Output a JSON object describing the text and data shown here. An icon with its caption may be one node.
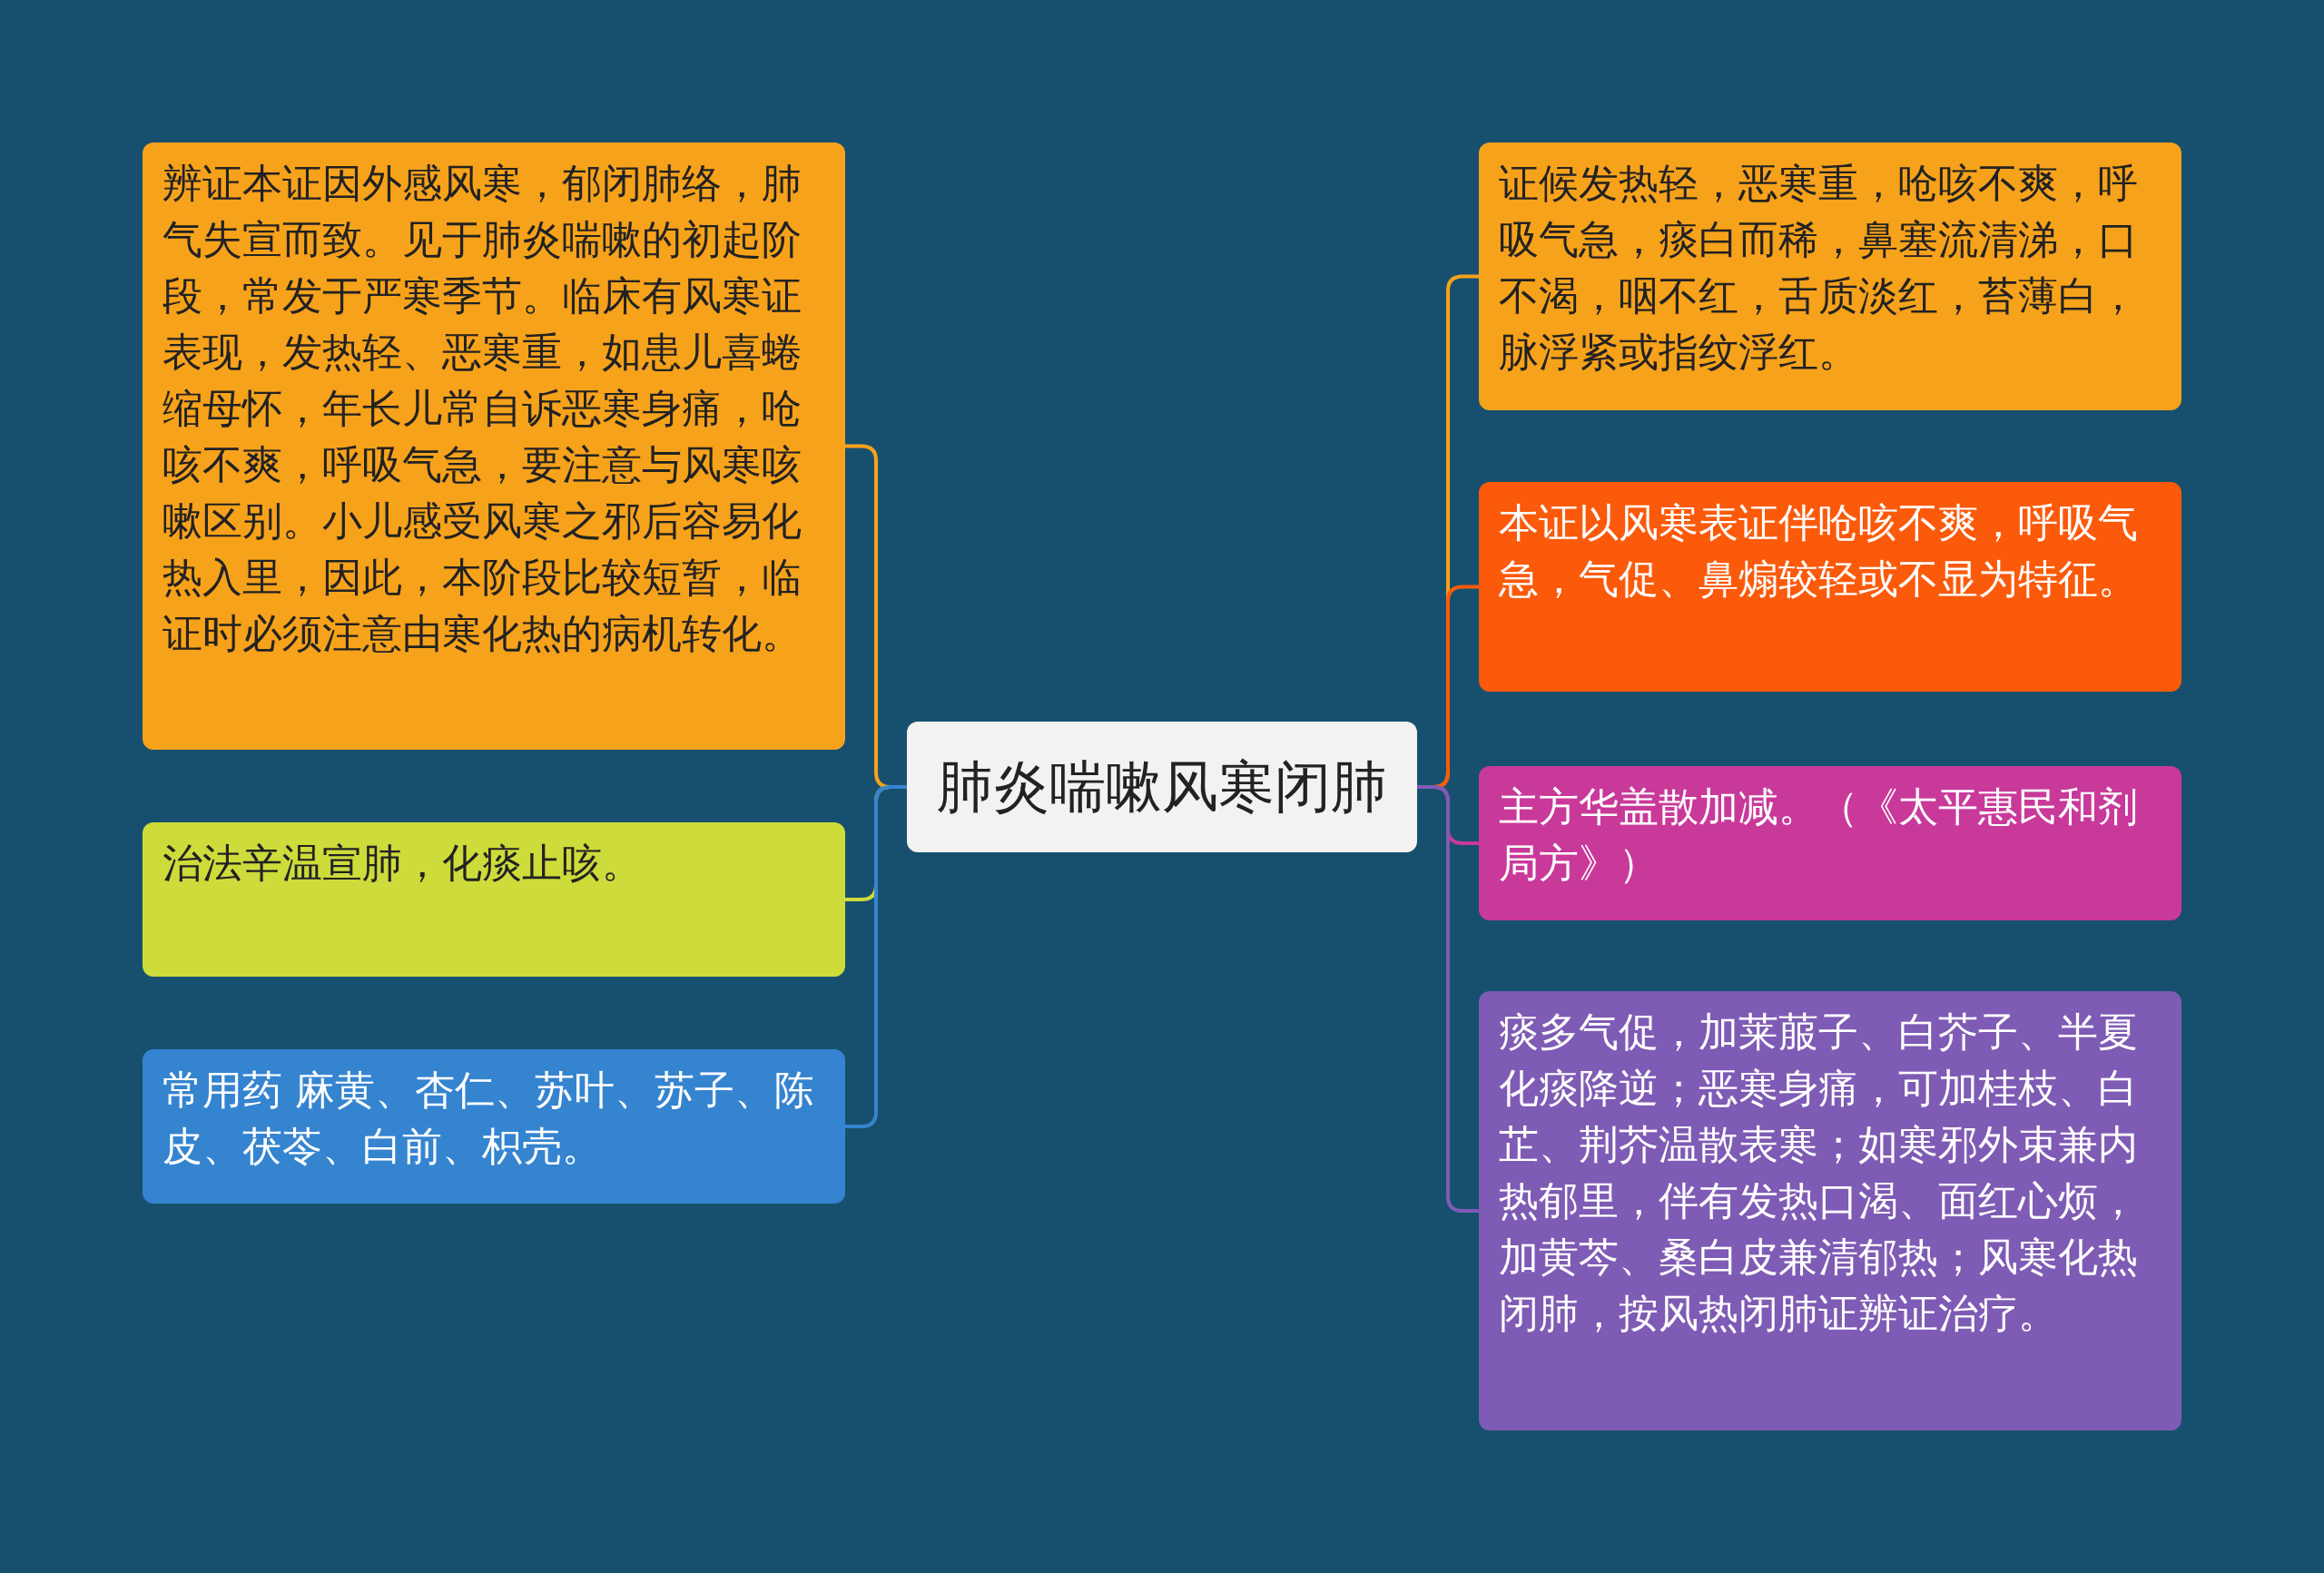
{
  "diagram": {
    "nodes": [
      {
        "text": [
          "肺炎喘嗽风寒闭肺"
        ]
      },
      {
        "text": [
          "辨证本证因外感风寒，郁闭肺络，肺气失宣而致。见于肺炎喘嗽的初起阶段，常发于严寒季节。临床有风寒证表现，发热轻、恶寒重，如患儿喜蜷缩母怀，年长儿常自诉恶寒身痛，呛咳不爽，呼吸气急，要注意与风寒咳嗽区别。小儿感受风寒之邪后容易化热入里，因此，本阶段比较短暂，临证时必须注意由寒化热的病机转化。"
        ]
      },
      {
        "text": [
          "治法辛温宣肺，化痰止咳。"
        ]
      },
      {
        "text": [
          "常用药 麻黄、杏仁、苏叶、苏子、陈皮、茯苓、白前、枳壳。"
        ]
      },
      {
        "text": [
          "证候发热轻，恶寒重，呛咳不爽，呼吸气急，痰白而稀，鼻塞流清涕，口不渴，咽不红，舌质淡红，苔薄白，脉浮紧或指纹浮红。"
        ]
      },
      {
        "text": [
          "本证以风寒表证伴呛咳不爽，呼吸气急，气促、鼻煽较轻或不显为特征。"
        ]
      },
      {
        "text": [
          "主方华盖散加减。（《太平惠民和剂局方》）"
        ]
      },
      {
        "text": [
          "痰多气促，加莱菔子、白芥子、半夏化痰降逆；恶寒身痛，可加桂枝、白芷、荆芥温散表寒；如寒邪外束兼内热郁里，伴有发热口渴、面红心烦，加黄芩、桑白皮兼清郁热；风寒化热闭肺，按风热闭肺证辨证治疗。"
        ]
      }
    ],
    "edges": [
      {
        "from": 0,
        "to": 1,
        "arrow": "none",
        "color": "#f7a21b"
      },
      {
        "from": 0,
        "to": 2,
        "arrow": "none",
        "color": "#cddc3a"
      },
      {
        "from": 0,
        "to": 3,
        "arrow": "none",
        "color": "#3584d0"
      },
      {
        "from": 0,
        "to": 4,
        "arrow": "none",
        "color": "#f7a21b"
      },
      {
        "from": 0,
        "to": 5,
        "arrow": "none",
        "color": "#fb5a0a"
      },
      {
        "from": 0,
        "to": 6,
        "arrow": "none",
        "color": "#c9399a"
      },
      {
        "from": 0,
        "to": 7,
        "arrow": "none",
        "color": "#7e5bb4"
      }
    ]
  }
}
